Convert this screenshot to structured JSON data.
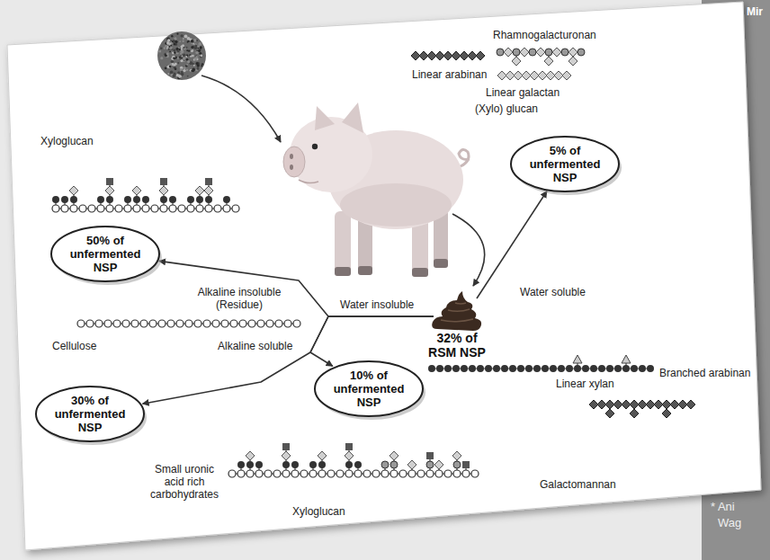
{
  "diagram": {
    "nodes": [
      {
        "text": [
          "5% of unfermented NSP"
        ]
      },
      {
        "text": [
          "50% of unfermented NSP"
        ]
      },
      {
        "text": [
          "32% of RSM NSP"
        ]
      },
      {
        "text": [
          "10% of unfermented NSP"
        ]
      },
      {
        "text": [
          "30% of unfermented NSP"
        ]
      }
    ],
    "edges": [
      {
        "from": 2,
        "to": 0,
        "arrow": "to"
      },
      {
        "from": 2,
        "to": 1,
        "arrow": "to"
      },
      {
        "from": 2,
        "to": 3,
        "arrow": "to"
      },
      {
        "from": 2,
        "to": 4,
        "arrow": "to"
      }
    ],
    "labels": [
      "Rhamnogalacturonan",
      "Linear arabinan",
      "Linear galactan",
      "(Xylo) glucan",
      "Water soluble",
      "Xyloglucan",
      "Alkaline insoluble (Residue)",
      "Water insoluble",
      "Cellulose",
      "Alkaline soluble",
      "Small uronic acid rich carbohydrates",
      "Linear xylan",
      "Branched arabinan",
      "Xyloglucan",
      "Galactomannan",
      "Mir",
      "* Ani",
      "Wag"
    ]
  }
}
